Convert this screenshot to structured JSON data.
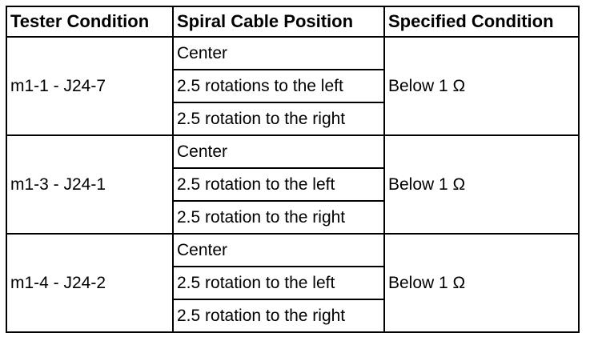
{
  "headers": [
    "Tester Condition",
    "Spiral Cable Position",
    "Specified Condition"
  ],
  "groups": [
    {
      "tester": "m1-1 - J24-7",
      "positions": [
        "Center",
        "2.5 rotations to the left",
        "2.5 rotation to the right"
      ],
      "spec": "Below 1 Ω"
    },
    {
      "tester": "m1-3 - J24-1",
      "positions": [
        "Center",
        "2.5 rotation to the left",
        "2.5 rotation to the right"
      ],
      "spec": "Below 1 Ω"
    },
    {
      "tester": "m1-4 - J24-2",
      "positions": [
        "Center",
        "2.5 rotation to the left",
        "2.5 rotation to the right"
      ],
      "spec": "Below 1 Ω"
    }
  ]
}
